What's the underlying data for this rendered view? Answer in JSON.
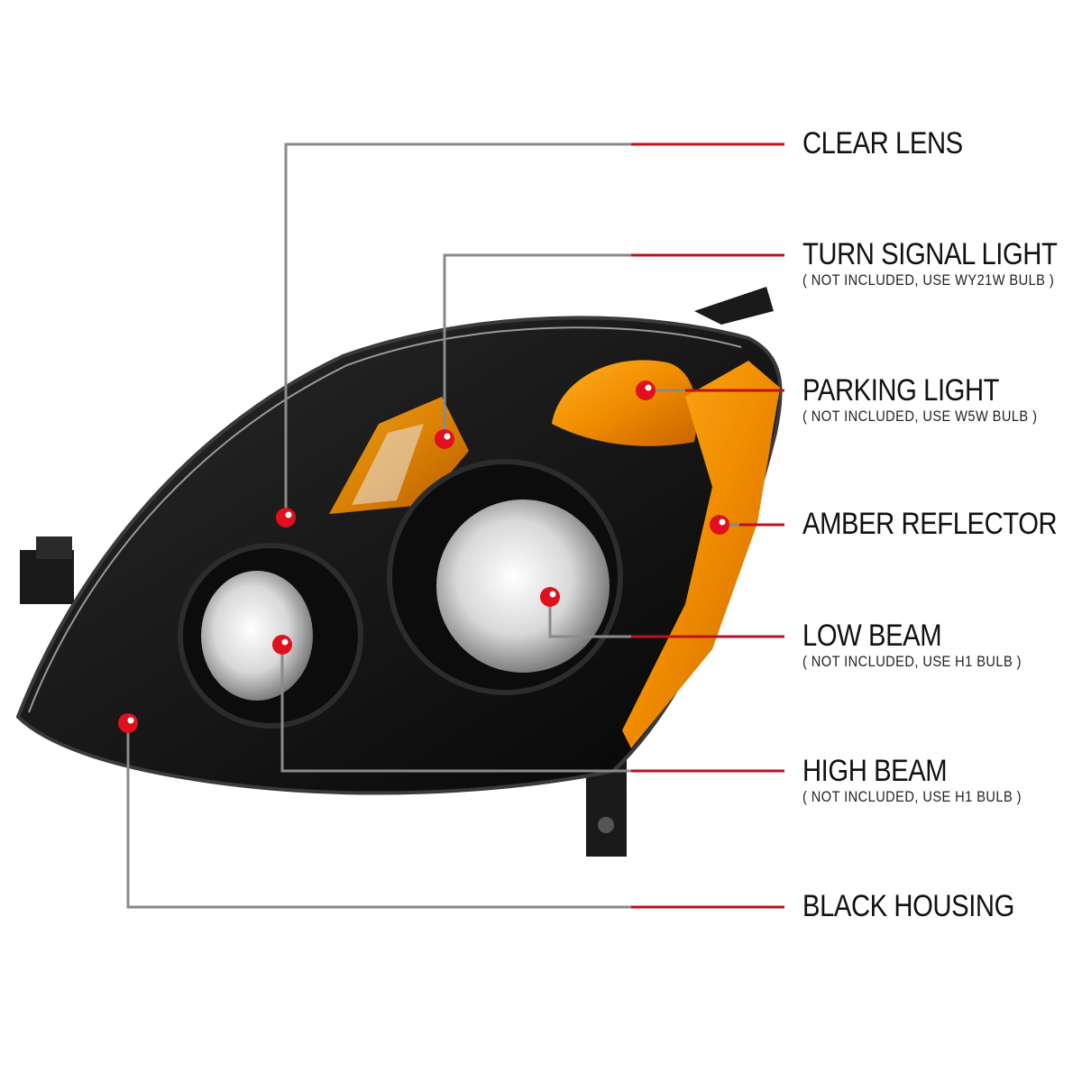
{
  "callouts": {
    "clear_lens": {
      "title": "CLEAR LENS"
    },
    "turn_signal": {
      "title": "TURN SIGNAL LIGHT",
      "note": "( NOT INCLUDED, USE  WY21W  BULB )"
    },
    "parking": {
      "title": "PARKING LIGHT",
      "note": "( NOT INCLUDED, USE  W5W  BULB )"
    },
    "amber_reflector": {
      "title": "AMBER REFLECTOR"
    },
    "low_beam": {
      "title": "LOW BEAM",
      "note": "( NOT INCLUDED, USE  H1  BULB )"
    },
    "high_beam": {
      "title": "HIGH BEAM",
      "note": "( NOT INCLUDED, USE  H1  BULB )"
    },
    "black_housing": {
      "title": "BLACK HOUSING"
    }
  },
  "colors": {
    "leader_gray": "#8a8a8a",
    "leader_red": "#c0101e",
    "marker_red": "#e0101e",
    "housing": "#141414",
    "amber": "#f08c00"
  }
}
